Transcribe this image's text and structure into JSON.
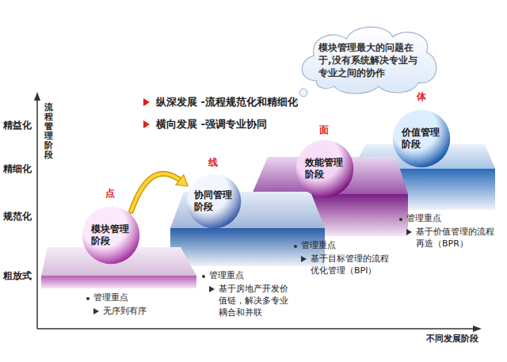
{
  "diagram": {
    "nodes": [
      {
        "text": [
          "模块管理最大的问题在于,没有系统解决专业与专业之间的协作"
        ]
      },
      {
        "text": [
          "模块管理阶段"
        ]
      },
      {
        "text": [
          "协同管理阶段"
        ]
      },
      {
        "text": [
          "效能管理阶段"
        ]
      },
      {
        "text": [
          "价值管理阶段"
        ]
      }
    ],
    "edges": [
      {
        "from": 1,
        "to": 2,
        "arrow": "to"
      }
    ],
    "labels": [
      "流程管理阶段",
      "精益化",
      "精细化",
      "规范化",
      "粗放式",
      "纵深发展 -流程规范化和精细化",
      "横向发展 -强调专业协同",
      "点",
      "线",
      "面",
      "体",
      "管理重点",
      "无序到有序",
      "管理重点",
      "基于房地产开发价值链，解决多专业耦合和并联",
      "管理重点",
      "基于目标管理的流程优化管理（BPI）",
      "管理重点",
      "基于价值管理的流程再造（BPR）",
      "不同发展阶段"
    ]
  }
}
